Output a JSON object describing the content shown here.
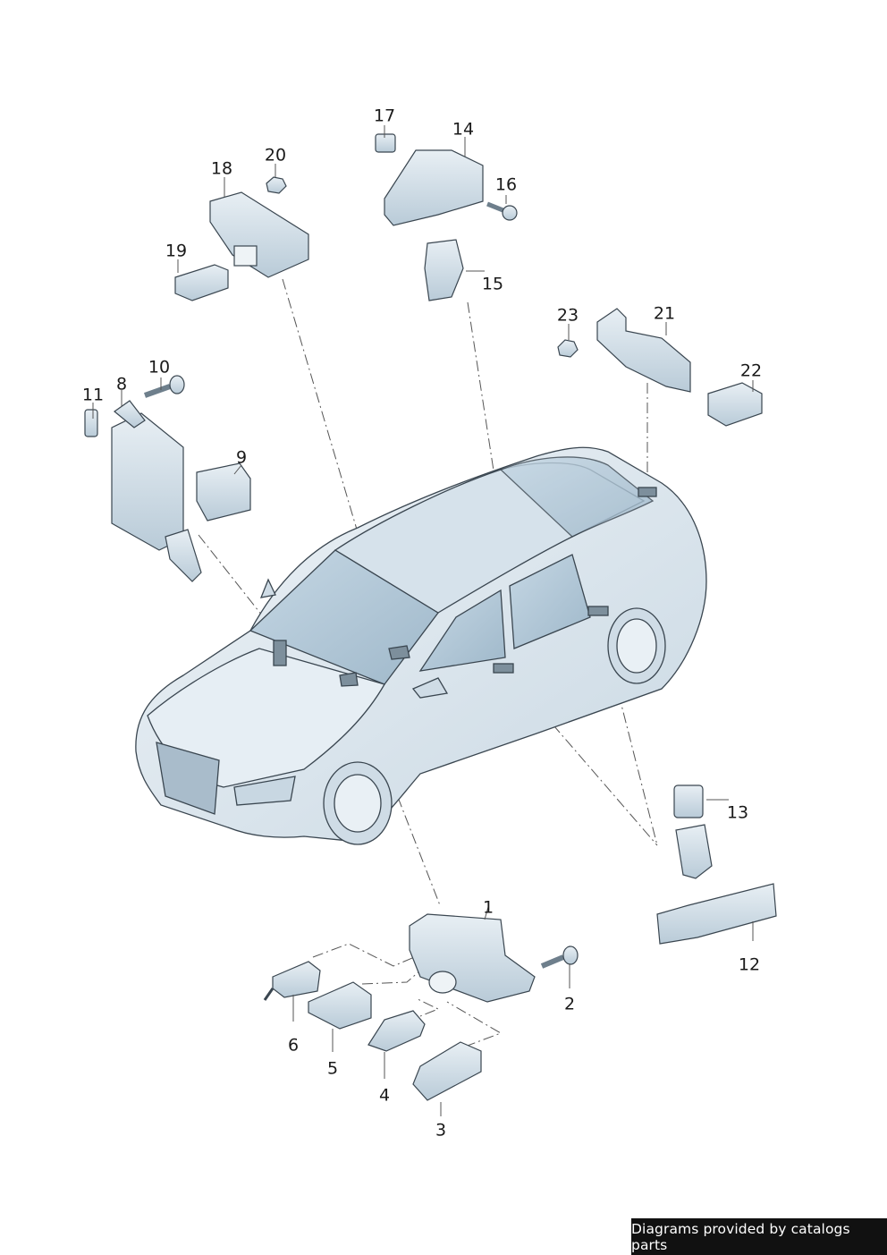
{
  "callouts": [
    {
      "id": "1",
      "label": "1"
    },
    {
      "id": "2",
      "label": "2"
    },
    {
      "id": "3",
      "label": "3"
    },
    {
      "id": "4",
      "label": "4"
    },
    {
      "id": "5",
      "label": "5"
    },
    {
      "id": "6",
      "label": "6"
    },
    {
      "id": "8",
      "label": "8"
    },
    {
      "id": "9",
      "label": "9"
    },
    {
      "id": "10",
      "label": "10"
    },
    {
      "id": "11",
      "label": "11"
    },
    {
      "id": "12",
      "label": "12"
    },
    {
      "id": "13",
      "label": "13"
    },
    {
      "id": "14",
      "label": "14"
    },
    {
      "id": "15",
      "label": "15"
    },
    {
      "id": "16",
      "label": "16"
    },
    {
      "id": "17",
      "label": "17"
    },
    {
      "id": "18",
      "label": "18"
    },
    {
      "id": "19",
      "label": "19"
    },
    {
      "id": "20",
      "label": "20"
    },
    {
      "id": "21",
      "label": "21"
    },
    {
      "id": "22",
      "label": "22"
    },
    {
      "id": "23",
      "label": "23"
    }
  ],
  "footer": {
    "text": "Diagrams provided by catalogs parts"
  },
  "colors": {
    "part_fill": "#dbe6ee",
    "part_shadow": "#b7c9d6",
    "outline": "#3a4650",
    "car_fill": "#e4ecf2",
    "leader": "#555555"
  }
}
